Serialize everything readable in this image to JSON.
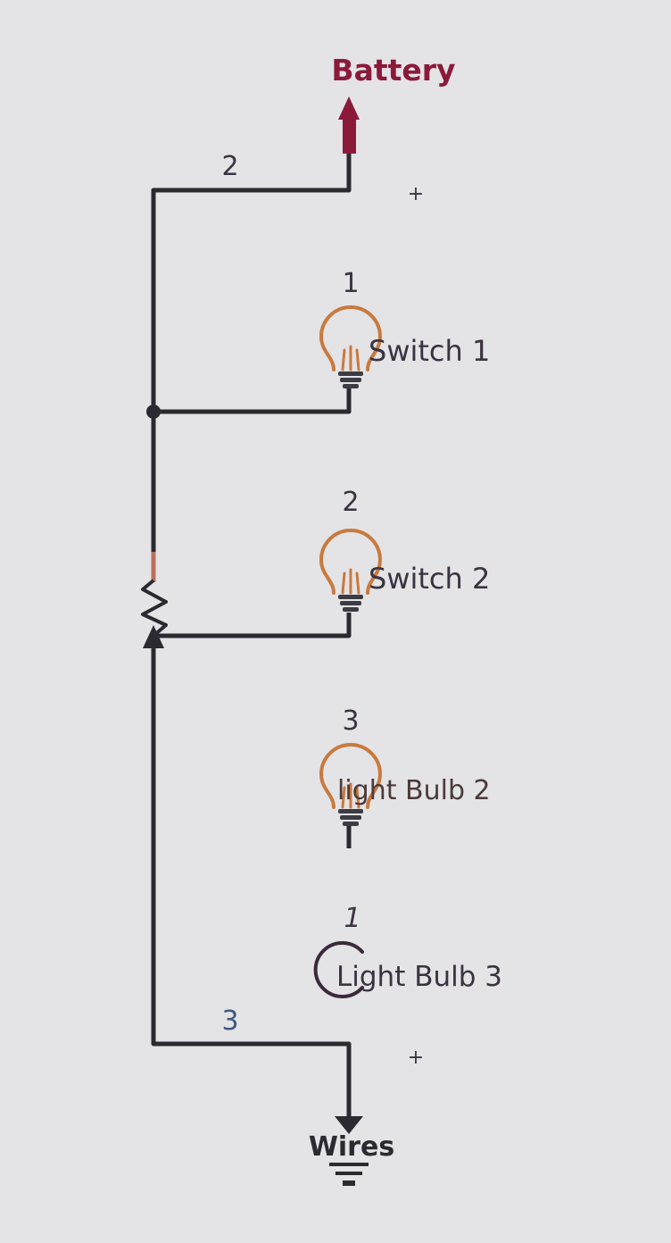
{
  "battery": {
    "label": "Battery",
    "plus": "+",
    "wire_number": "2"
  },
  "bulbs": [
    {
      "number": "1",
      "label": "Switch 1"
    },
    {
      "number": "2",
      "label": "Switch 2"
    },
    {
      "number": "3",
      "label": "light Bulb 2"
    },
    {
      "number": "1",
      "label": "Light Bulb 3"
    }
  ],
  "ground": {
    "label": "Wires",
    "plus": "+",
    "wire_number": "3"
  },
  "colors": {
    "background": "#e4e3e6",
    "wire": "#2a2a30",
    "battery": "#8b1a3a",
    "bulb": "#c87a3e",
    "bulb_base": "#3c3c44",
    "text": "#3a3340",
    "wire_number_bottom": "#3d5a80"
  },
  "icons": [
    "battery-arrow-icon",
    "light-bulb-icon",
    "resistor-icon",
    "ground-icon"
  ]
}
